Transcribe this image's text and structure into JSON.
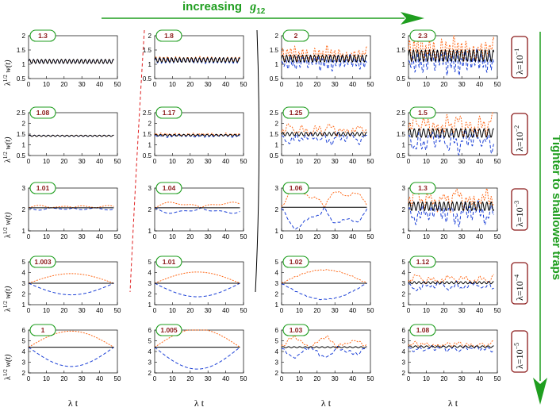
{
  "header": {
    "title": "increasing",
    "title_symbol": "g",
    "title_subscript": "12",
    "side_label": "Tighter to shallower traps"
  },
  "x_axis_label": "λ t",
  "y_axis_label_main": "λ",
  "y_axis_label_sup": "1/2",
  "y_axis_label_tail": " w(t)",
  "row_labels": [
    {
      "base": "λ=10",
      "exp": "−1"
    },
    {
      "base": "λ=10",
      "exp": "−2"
    },
    {
      "base": "λ=10",
      "exp": "−3"
    },
    {
      "base": "λ=10",
      "exp": "−4"
    },
    {
      "base": "λ=10",
      "exp": "−5"
    }
  ],
  "colors": {
    "accent_green": "#1f9e1f",
    "badge_text": "#8b1a1a",
    "row_label_border": "#8b1a1a",
    "series_orange": "#ff6a1a",
    "series_blue": "#1a3fd6",
    "series_black": "#000000",
    "divider_red": "#e02020",
    "divider_black": "#000000"
  },
  "chart_data": {
    "type": "line",
    "grid": false,
    "xlim": [
      0,
      50
    ],
    "xticks": [
      0,
      10,
      20,
      30,
      40,
      50
    ],
    "series_styles": [
      {
        "color": "orange",
        "dash": "dotted"
      },
      {
        "color": "blue",
        "dash": "dashed"
      },
      {
        "color": "black",
        "dash": "solid"
      }
    ],
    "rows": [
      {
        "ylim": [
          0.5,
          2
        ],
        "yticks": [
          0.5,
          1,
          1.5,
          2
        ],
        "panels": [
          {
            "badge": "1.3",
            "mean": 1.1,
            "black_amp": 0.07,
            "black_freq": 1.4,
            "dev_amp": 0.0,
            "dev_freq": 0,
            "noise": 0.0
          },
          {
            "badge": "1.8",
            "mean": 1.15,
            "black_amp": 0.08,
            "black_freq": 1.4,
            "dev_amp": 0.03,
            "dev_freq": 1.4,
            "noise": 0.02
          },
          {
            "badge": "2",
            "mean": 1.2,
            "black_amp": 0.12,
            "black_freq": 1.4,
            "dev_amp": 0.2,
            "dev_freq": 1.4,
            "noise": 0.15
          },
          {
            "badge": "2.3",
            "mean": 1.3,
            "black_amp": 0.2,
            "black_freq": 1.4,
            "dev_amp": 0.3,
            "dev_freq": 1.4,
            "noise": 0.25
          }
        ]
      },
      {
        "ylim": [
          0.5,
          2.5
        ],
        "yticks": [
          0.5,
          1,
          1.5,
          2,
          2.5
        ],
        "panels": [
          {
            "badge": "1.08",
            "mean": 1.42,
            "black_amp": 0.03,
            "black_freq": 1.2,
            "dev_amp": 0.0,
            "dev_freq": 0,
            "noise": 0.0
          },
          {
            "badge": "1.17",
            "mean": 1.45,
            "black_amp": 0.04,
            "black_freq": 1.2,
            "dev_amp": 0.05,
            "dev_freq": 1.2,
            "noise": 0.03
          },
          {
            "badge": "1.25",
            "mean": 1.5,
            "black_amp": 0.08,
            "black_freq": 1.2,
            "dev_amp": 0.3,
            "dev_freq": 0.4,
            "noise": 0.12
          },
          {
            "badge": "1.5",
            "mean": 1.55,
            "black_amp": 0.2,
            "black_freq": 1.2,
            "dev_amp": 0.55,
            "dev_freq": 0.5,
            "noise": 0.2
          }
        ]
      },
      {
        "ylim": [
          1,
          3
        ],
        "yticks": [
          1,
          2,
          3
        ],
        "panels": [
          {
            "badge": "1.01",
            "mean": 2.08,
            "black_amp": 0.0,
            "black_freq": 0,
            "dev_amp": 0.08,
            "dev_freq": 0.25,
            "noise": 0.0
          },
          {
            "badge": "1.04",
            "mean": 2.08,
            "black_amp": 0.0,
            "black_freq": 0,
            "dev_amp": 0.25,
            "dev_freq": 0.12,
            "noise": 0.0
          },
          {
            "badge": "1.06",
            "mean": 2.1,
            "black_amp": 0.0,
            "black_freq": 0,
            "dev_amp": 0.9,
            "dev_freq": 0.13,
            "noise": 0.05
          },
          {
            "badge": "1.3",
            "mean": 2.15,
            "black_amp": 0.2,
            "black_freq": 1.3,
            "dev_amp": 0.5,
            "dev_freq": 0.4,
            "noise": 0.2
          }
        ]
      },
      {
        "ylim": [
          1,
          5
        ],
        "yticks": [
          1,
          2,
          3,
          4,
          5
        ],
        "panels": [
          {
            "badge": "1.003",
            "mean": 3.0,
            "black_amp": 0.0,
            "black_freq": 0,
            "dev_amp": 0.9,
            "dev_freq": 0.066,
            "noise": 0.0
          },
          {
            "badge": "1.01",
            "mean": 3.0,
            "black_amp": 0.0,
            "black_freq": 0,
            "dev_amp": 1.05,
            "dev_freq": 0.066,
            "noise": 0.0
          },
          {
            "badge": "1.02",
            "mean": 3.0,
            "black_amp": 0.0,
            "black_freq": 0,
            "dev_amp": 1.25,
            "dev_freq": 0.09,
            "noise": 0.05
          },
          {
            "badge": "1.12",
            "mean": 3.05,
            "black_amp": 0.1,
            "black_freq": 1.2,
            "dev_amp": 0.5,
            "dev_freq": 0.35,
            "noise": 0.15
          }
        ]
      },
      {
        "ylim": [
          2,
          6
        ],
        "yticks": [
          2,
          3,
          4,
          5,
          6
        ],
        "panels": [
          {
            "badge": "1",
            "mean": 4.4,
            "black_amp": 0.0,
            "black_freq": 0,
            "dev_amp": 1.5,
            "dev_freq": 0.066,
            "noise": 0.0
          },
          {
            "badge": "1.005",
            "mean": 4.4,
            "black_amp": 0.0,
            "black_freq": 0,
            "dev_amp": 1.7,
            "dev_freq": 0.066,
            "noise": 0.0
          },
          {
            "badge": "1.03",
            "mean": 4.4,
            "black_amp": 0.05,
            "black_freq": 1.0,
            "dev_amp": 0.7,
            "dev_freq": 0.2,
            "noise": 0.15
          },
          {
            "badge": "1.08",
            "mean": 4.45,
            "black_amp": 0.08,
            "black_freq": 1.0,
            "dev_amp": 0.3,
            "dev_freq": 0.5,
            "noise": 0.12
          }
        ]
      }
    ]
  }
}
